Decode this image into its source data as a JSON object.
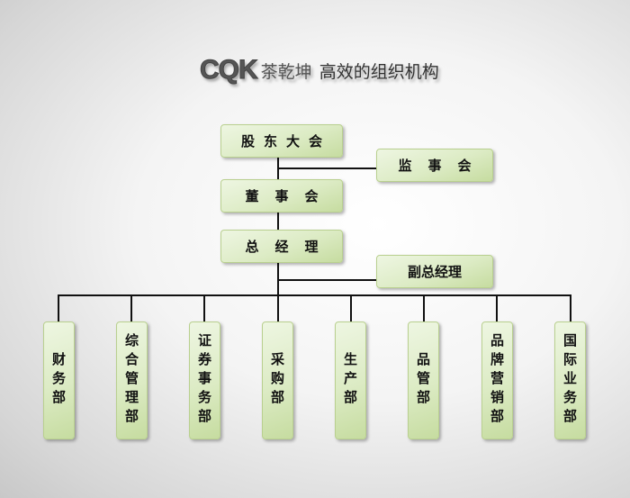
{
  "title": {
    "logo": "CQK",
    "brand": "茶乾坤",
    "slogan": "高效的组织机构"
  },
  "top_nodes": {
    "shareholders": "股东大会",
    "supervisors": "监事会",
    "board": "董事会",
    "gm": "总经理",
    "deputy_gm": "副总经理"
  },
  "departments": [
    {
      "label": "财务部"
    },
    {
      "label": "综合管理部"
    },
    {
      "label": "证券事务部"
    },
    {
      "label": "采购部"
    },
    {
      "label": "生产部"
    },
    {
      "label": "品管部"
    },
    {
      "label": "品牌营销部"
    },
    {
      "label": "国际业务部"
    }
  ],
  "colors": {
    "box": "#dcebc4",
    "line": "#111111"
  }
}
